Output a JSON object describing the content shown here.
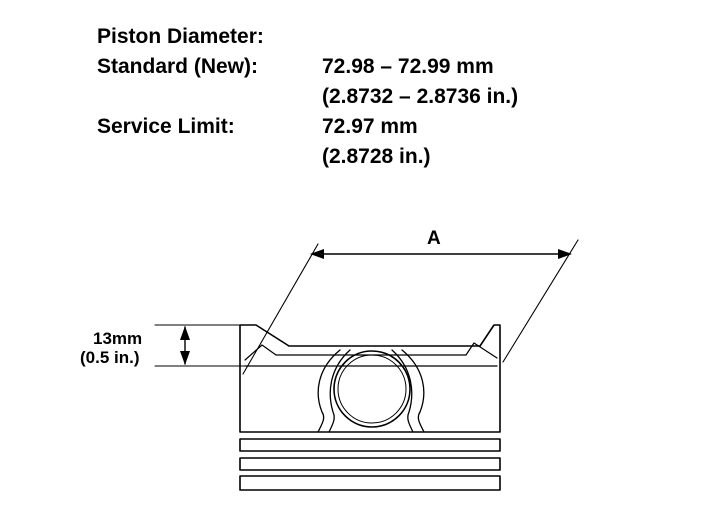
{
  "specs": {
    "heading": "Piston Diameter:",
    "standard_label": "Standard (New):",
    "standard_mm": "72.98 – 72.99 mm",
    "standard_in": "(2.8732 – 2.8736 in.)",
    "service_label": "Service Limit:",
    "service_mm": "72.97 mm",
    "service_in": "(2.8728 in.)"
  },
  "diagram": {
    "dimension_a": "A",
    "height_mm": "13mm",
    "height_in": "(0.5 in.)"
  }
}
